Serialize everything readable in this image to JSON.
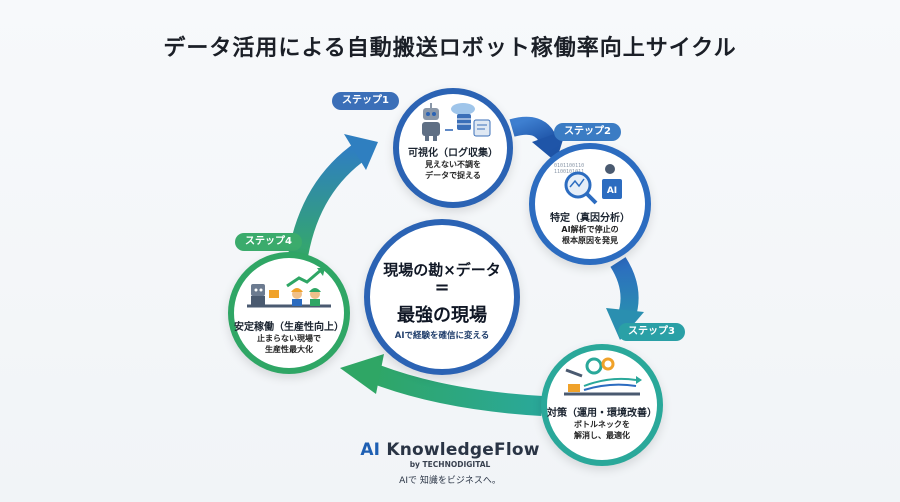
{
  "title": "データ活用による自動搬送ロボット稼働率向上サイクル",
  "steps": [
    {
      "badge": "ステップ1",
      "title": "可視化（ログ収集）",
      "desc_line1": "見えない不調を",
      "desc_line2": "データで捉える",
      "icon": "robot-database-icon"
    },
    {
      "badge": "ステップ2",
      "title": "特定（真因分析）",
      "desc_line1": "AI解析で停止の",
      "desc_line2": "根本原因を発見",
      "icon": "magnifier-ai-chip-icon"
    },
    {
      "badge": "ステップ3",
      "title": "対策（運用・環境改善）",
      "desc_line1": "ボトルネックを",
      "desc_line2": "解消し、最適化",
      "icon": "gears-conveyor-icon"
    },
    {
      "badge": "ステップ4",
      "title": "安定稼働（生産性向上）",
      "desc_line1": "止まらない現場で",
      "desc_line2": "生産性最大化",
      "icon": "factory-workers-icon"
    }
  ],
  "center": {
    "line1": "現場の勘×データ",
    "eq": "=",
    "line2": "最強の現場",
    "sub": "AIで経験を確信に変える"
  },
  "brand": {
    "name_ai": "AI",
    "name_rest": " KnowledgeFlow",
    "by": "by TECHNODIGITAL",
    "tagline": "AIで 知識をビジネスへ。"
  },
  "colors": {
    "blue": "#2b63b4",
    "teal": "#2aa89a",
    "green": "#2fa665"
  }
}
